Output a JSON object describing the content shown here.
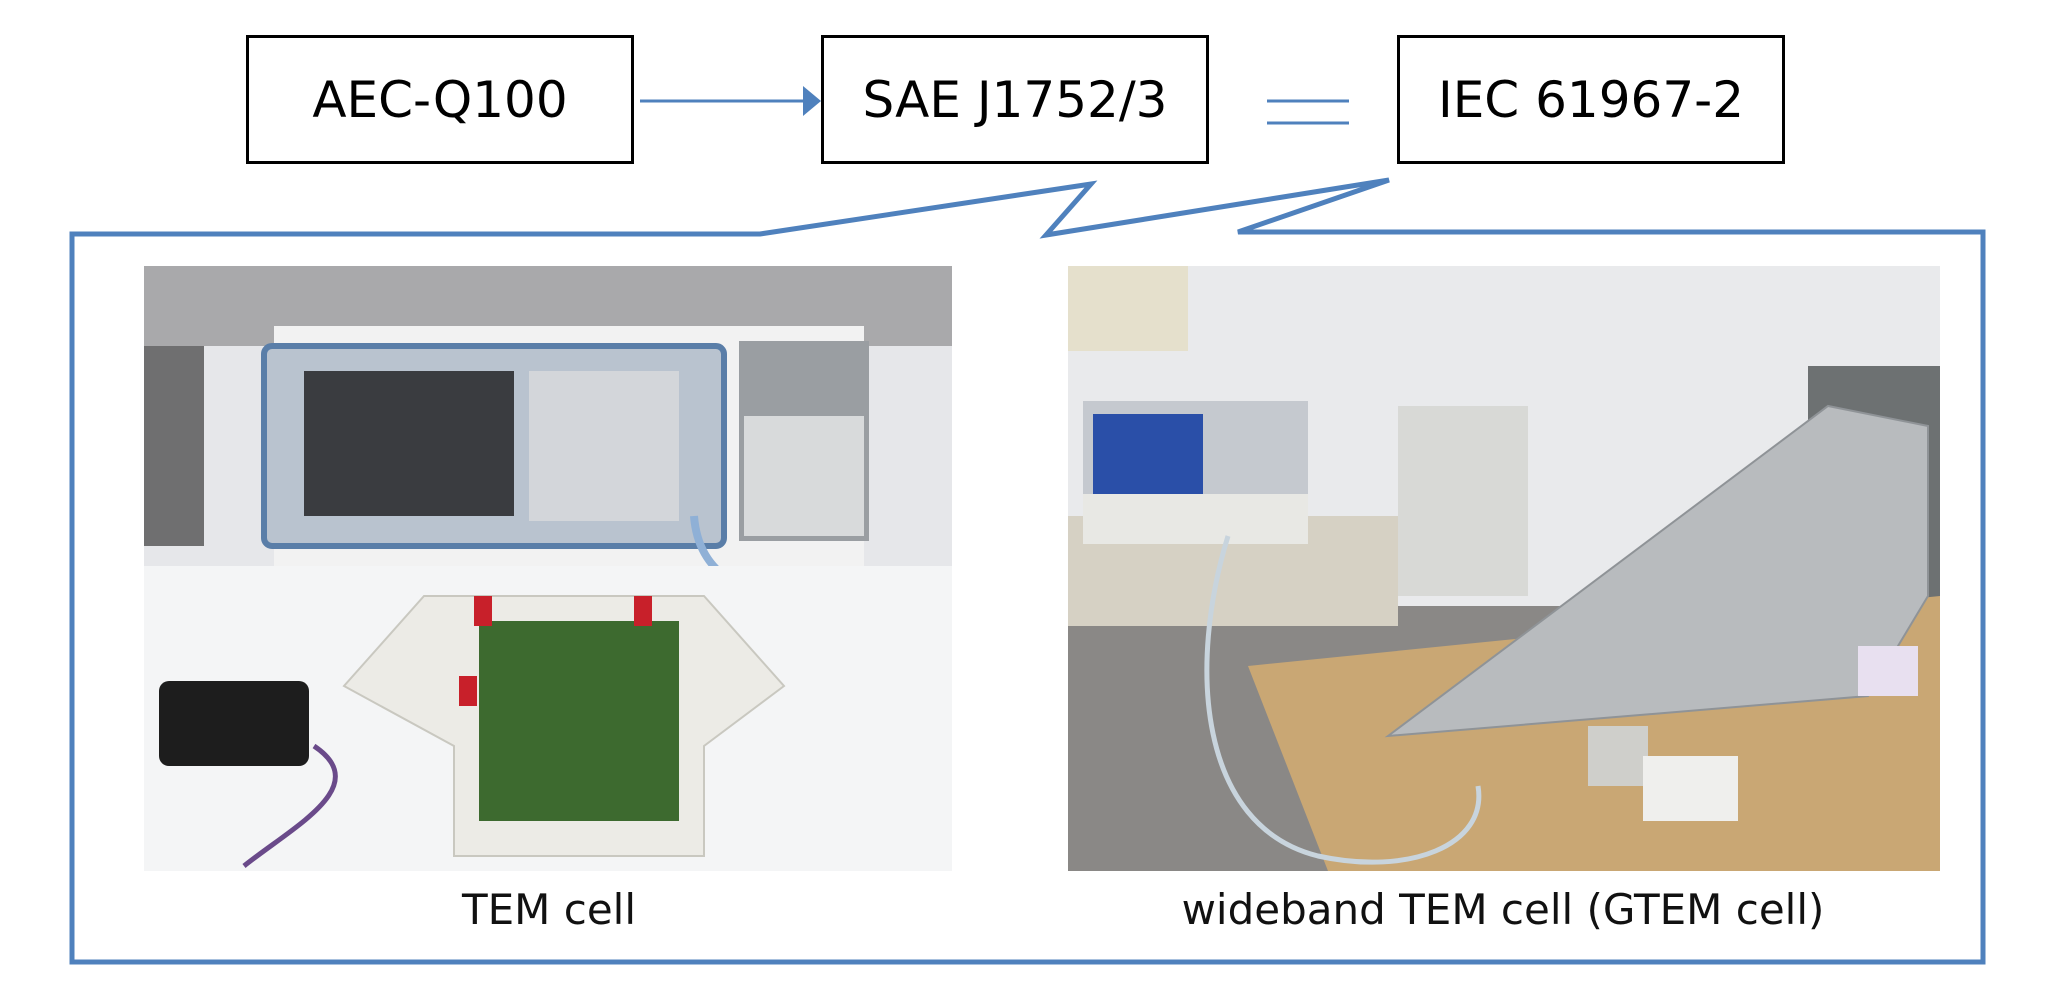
{
  "standards": {
    "aec": "AEC-Q100",
    "sae": "SAE J1752/3",
    "iec": "IEC 61967-2"
  },
  "captions": {
    "left": "TEM cell",
    "right": "wideband TEM cell (GTEM cell)"
  },
  "colors": {
    "accent": "#4f81bd"
  }
}
